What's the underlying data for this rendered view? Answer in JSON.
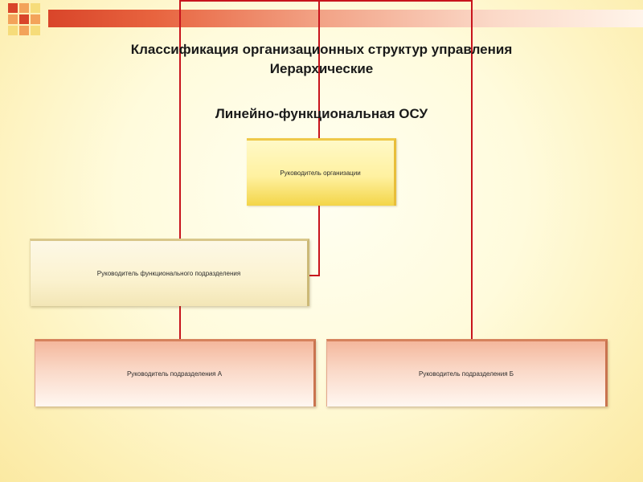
{
  "title": {
    "line1": "Классификация организационных структур управления",
    "line2": "Иерархические",
    "line3": "Линейно-функциональная  ОСУ"
  },
  "boxes": {
    "org_head": "Руководитель организации",
    "func_head": "Руководитель функционального подразделения",
    "dept_a_head": "Руководитель подразделения А",
    "dept_b_head": "Руководитель подразделения Б"
  },
  "colors": {
    "connector": "#c8141c",
    "accent_red": "#d9452a"
  }
}
